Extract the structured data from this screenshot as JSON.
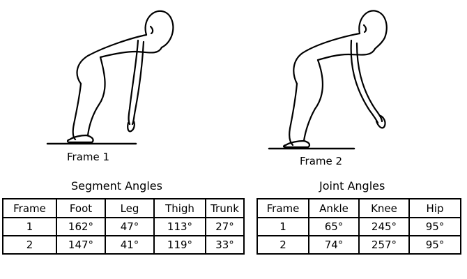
{
  "frame1": {
    "caption": "Frame 1"
  },
  "frame2": {
    "caption": "Frame 2"
  },
  "segment_angles": {
    "title": "Segment Angles",
    "columns": [
      "Frame",
      "Foot",
      "Leg",
      "Thigh",
      "Trunk"
    ],
    "rows": [
      [
        "1",
        "162°",
        "47°",
        "113°",
        "27°"
      ],
      [
        "2",
        "147°",
        "41°",
        "119°",
        "33°"
      ]
    ]
  },
  "joint_angles": {
    "title": "Joint Angles",
    "columns": [
      "Frame",
      "Ankle",
      "Knee",
      "Hip"
    ],
    "rows": [
      [
        "1",
        "65°",
        "245°",
        "95°"
      ],
      [
        "2",
        "74°",
        "257°",
        "95°"
      ]
    ]
  }
}
